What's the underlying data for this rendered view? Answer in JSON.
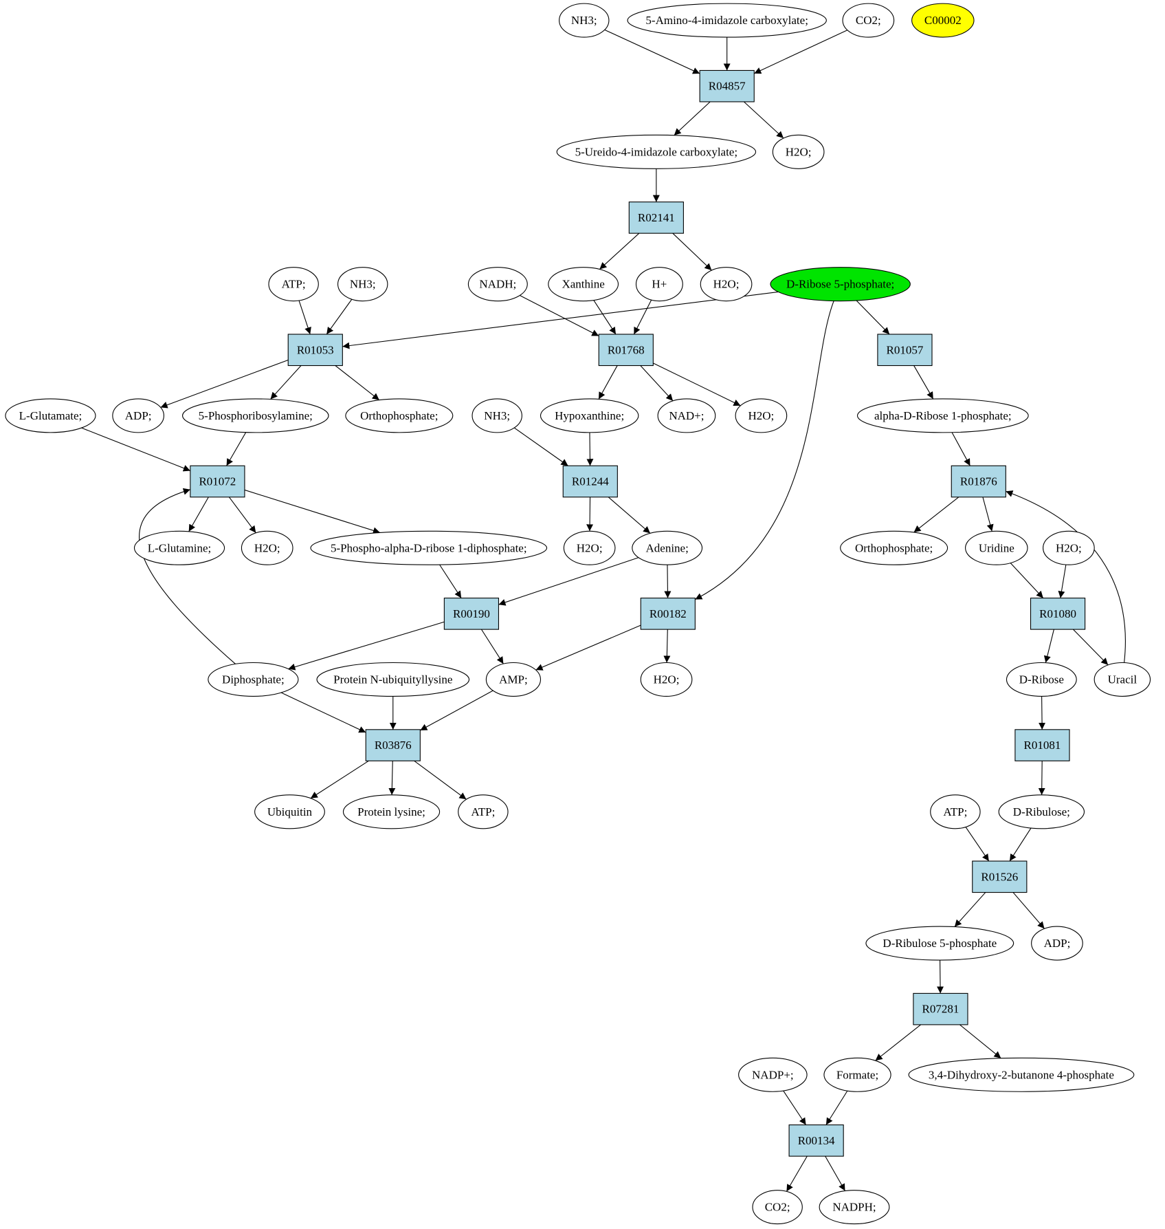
{
  "colors": {
    "reaction_fill": "#add8e6",
    "highlight_green": "#00e400",
    "highlight_yellow": "#ffff00",
    "compound_fill": "#ffffff"
  },
  "reactions": [
    {
      "id": "R04857",
      "label": "R04857"
    },
    {
      "id": "R02141",
      "label": "R02141"
    },
    {
      "id": "R01053",
      "label": "R01053"
    },
    {
      "id": "R01768",
      "label": "R01768"
    },
    {
      "id": "R01057",
      "label": "R01057"
    },
    {
      "id": "R01072",
      "label": "R01072"
    },
    {
      "id": "R01244",
      "label": "R01244"
    },
    {
      "id": "R01876",
      "label": "R01876"
    },
    {
      "id": "R00190",
      "label": "R00190"
    },
    {
      "id": "R00182",
      "label": "R00182"
    },
    {
      "id": "R01080",
      "label": "R01080"
    },
    {
      "id": "R03876",
      "label": "R03876"
    },
    {
      "id": "R01081",
      "label": "R01081"
    },
    {
      "id": "R01526",
      "label": "R01526"
    },
    {
      "id": "R07281",
      "label": "R07281"
    },
    {
      "id": "R00134",
      "label": "R00134"
    }
  ],
  "compounds": [
    {
      "id": "nh3_a",
      "label": "NH3;"
    },
    {
      "id": "aica",
      "label": "5-Amino-4-imidazole carboxylate;"
    },
    {
      "id": "co2_a",
      "label": "CO2;"
    },
    {
      "id": "c00002",
      "label": "C00002",
      "highlight": "yellow"
    },
    {
      "id": "ureido",
      "label": "5-Ureido-4-imidazole carboxylate;"
    },
    {
      "id": "h2o_a",
      "label": "H2O;"
    },
    {
      "id": "atp_a",
      "label": "ATP;"
    },
    {
      "id": "nh3_b",
      "label": "NH3;"
    },
    {
      "id": "nadh",
      "label": "NADH;"
    },
    {
      "id": "xanthine",
      "label": "Xanthine"
    },
    {
      "id": "hplus",
      "label": "H+"
    },
    {
      "id": "h2o_b",
      "label": "H2O;"
    },
    {
      "id": "r5p",
      "label": "D-Ribose 5-phosphate;",
      "highlight": "green"
    },
    {
      "id": "lglu",
      "label": "L-Glutamate;"
    },
    {
      "id": "adp_a",
      "label": "ADP;"
    },
    {
      "id": "prpa",
      "label": "5-Phosphoribosylamine;"
    },
    {
      "id": "pi_a",
      "label": "Orthophosphate;"
    },
    {
      "id": "nh3_c",
      "label": "NH3;"
    },
    {
      "id": "hypox",
      "label": "Hypoxanthine;"
    },
    {
      "id": "nadplus",
      "label": "NAD+;"
    },
    {
      "id": "h2o_c",
      "label": "H2O;"
    },
    {
      "id": "r1p",
      "label": "alpha-D-Ribose 1-phosphate;"
    },
    {
      "id": "lgln",
      "label": "L-Glutamine;"
    },
    {
      "id": "h2o_d",
      "label": "H2O;"
    },
    {
      "id": "prpp",
      "label": "5-Phospho-alpha-D-ribose 1-diphosphate;"
    },
    {
      "id": "h2o_e",
      "label": "H2O;"
    },
    {
      "id": "adenine",
      "label": "Adenine;"
    },
    {
      "id": "pi_b",
      "label": "Orthophosphate;"
    },
    {
      "id": "uridine",
      "label": "Uridine"
    },
    {
      "id": "h2o_f",
      "label": "H2O;"
    },
    {
      "id": "ppi",
      "label": "Diphosphate;"
    },
    {
      "id": "protub",
      "label": "Protein N-ubiquityllysine"
    },
    {
      "id": "amp",
      "label": "AMP;"
    },
    {
      "id": "h2o_g",
      "label": "H2O;"
    },
    {
      "id": "dribose",
      "label": "D-Ribose"
    },
    {
      "id": "uracil",
      "label": "Uracil"
    },
    {
      "id": "ubiquitin",
      "label": "Ubiquitin"
    },
    {
      "id": "protlys",
      "label": "Protein lysine;"
    },
    {
      "id": "atp_b",
      "label": "ATP;"
    },
    {
      "id": "atp_c",
      "label": "ATP;"
    },
    {
      "id": "dribulose",
      "label": "D-Ribulose;"
    },
    {
      "id": "ru5p",
      "label": "D-Ribulose 5-phosphate"
    },
    {
      "id": "adp_b",
      "label": "ADP;"
    },
    {
      "id": "nadpplus",
      "label": "NADP+;"
    },
    {
      "id": "formate",
      "label": "Formate;"
    },
    {
      "id": "dhbp",
      "label": "3,4-Dihydroxy-2-butanone 4-phosphate"
    },
    {
      "id": "co2_b",
      "label": "CO2;"
    },
    {
      "id": "nadph",
      "label": "NADPH;"
    }
  ],
  "edges": [
    [
      "nh3_a",
      "R04857"
    ],
    [
      "aica",
      "R04857"
    ],
    [
      "co2_a",
      "R04857"
    ],
    [
      "R04857",
      "ureido"
    ],
    [
      "R04857",
      "h2o_a"
    ],
    [
      "ureido",
      "R02141"
    ],
    [
      "R02141",
      "xanthine"
    ],
    [
      "R02141",
      "h2o_b"
    ],
    [
      "atp_a",
      "R01053"
    ],
    [
      "nh3_b",
      "R01053"
    ],
    [
      "r5p",
      "R01053"
    ],
    [
      "nadh",
      "R01768"
    ],
    [
      "xanthine",
      "R01768"
    ],
    [
      "hplus",
      "R01768"
    ],
    [
      "r5p",
      "R01057"
    ],
    [
      "r5p",
      "R00182"
    ],
    [
      "R01053",
      "adp_a"
    ],
    [
      "R01053",
      "prpa"
    ],
    [
      "R01053",
      "pi_a"
    ],
    [
      "R01768",
      "hypox"
    ],
    [
      "R01768",
      "nadplus"
    ],
    [
      "R01768",
      "h2o_c"
    ],
    [
      "R01057",
      "r1p"
    ],
    [
      "lglu",
      "R01072"
    ],
    [
      "prpa",
      "R01072"
    ],
    [
      "ppi",
      "R01072"
    ],
    [
      "nh3_c",
      "R01244"
    ],
    [
      "hypox",
      "R01244"
    ],
    [
      "r1p",
      "R01876"
    ],
    [
      "uracil",
      "R01876"
    ],
    [
      "R01072",
      "lgln"
    ],
    [
      "R01072",
      "h2o_d"
    ],
    [
      "R01072",
      "prpp"
    ],
    [
      "R01244",
      "h2o_e"
    ],
    [
      "R01244",
      "adenine"
    ],
    [
      "R01876",
      "pi_b"
    ],
    [
      "R01876",
      "uridine"
    ],
    [
      "prpp",
      "R00190"
    ],
    [
      "adenine",
      "R00190"
    ],
    [
      "adenine",
      "R00182"
    ],
    [
      "uridine",
      "R01080"
    ],
    [
      "h2o_f",
      "R01080"
    ],
    [
      "R00190",
      "ppi"
    ],
    [
      "R00190",
      "amp"
    ],
    [
      "R00182",
      "amp"
    ],
    [
      "R00182",
      "h2o_g"
    ],
    [
      "R01080",
      "dribose"
    ],
    [
      "R01080",
      "uracil"
    ],
    [
      "ppi",
      "R03876"
    ],
    [
      "protub",
      "R03876"
    ],
    [
      "amp",
      "R03876"
    ],
    [
      "R03876",
      "ubiquitin"
    ],
    [
      "R03876",
      "protlys"
    ],
    [
      "R03876",
      "atp_b"
    ],
    [
      "dribose",
      "R01081"
    ],
    [
      "R01081",
      "dribulose"
    ],
    [
      "atp_c",
      "R01526"
    ],
    [
      "dribulose",
      "R01526"
    ],
    [
      "R01526",
      "ru5p"
    ],
    [
      "R01526",
      "adp_b"
    ],
    [
      "ru5p",
      "R07281"
    ],
    [
      "R07281",
      "formate"
    ],
    [
      "R07281",
      "dhbp"
    ],
    [
      "nadpplus",
      "R00134"
    ],
    [
      "formate",
      "R00134"
    ],
    [
      "R00134",
      "co2_b"
    ],
    [
      "R00134",
      "nadph"
    ]
  ]
}
